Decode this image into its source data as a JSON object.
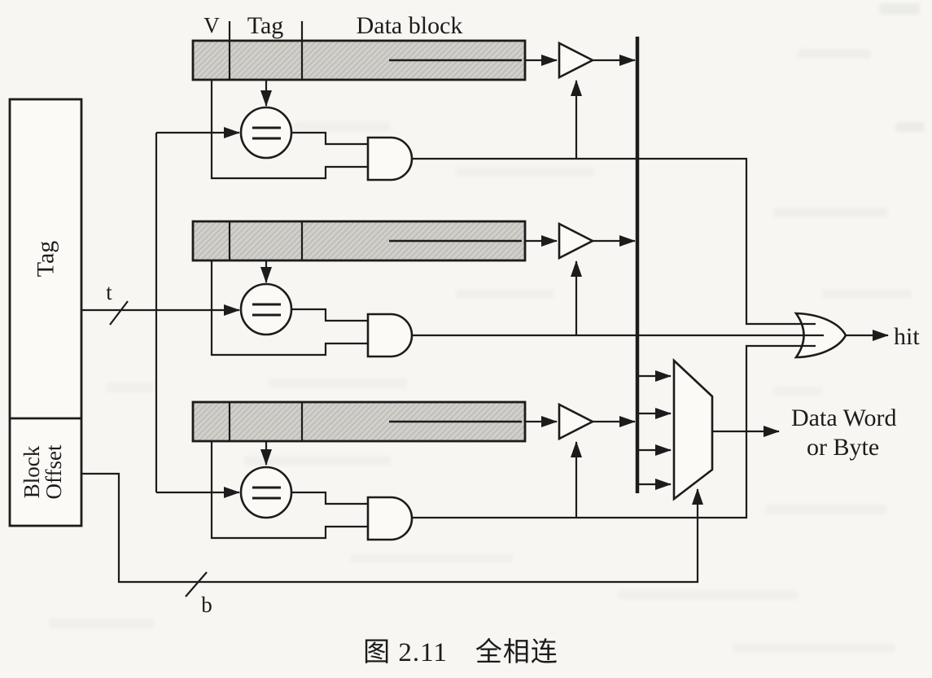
{
  "figure_caption": "图 2.11　全相连",
  "cache_row_header": {
    "valid": "V",
    "tag": "Tag",
    "data_block": "Data block"
  },
  "address_fields": {
    "tag": "Tag",
    "block_offset_line1": "Block",
    "block_offset_line2": "Offset"
  },
  "bus_width_labels": {
    "tag_bits": "t",
    "offset_bits": "b"
  },
  "outputs": {
    "hit": "hit",
    "data_word_line1": "Data Word",
    "data_word_line2": "or Byte"
  },
  "icons": {
    "comparator": "equals-comparator",
    "and_gate": "and-gate-d-shape",
    "or_gate": "or-gate",
    "tristate_buffer": "right-triangle-buffer",
    "multiplexer": "trapezoid-mux",
    "bus_slash": "bit-width-slash"
  },
  "structure": {
    "cache_lines": 3,
    "comparators": 3,
    "and_gates": 3,
    "tristate_buffers": 3,
    "mux_inputs": 4,
    "or_inputs": 3
  },
  "colors": {
    "ink": "#1c1c1c",
    "block_fill": "#d0cfca",
    "hatch_line": "#a7a69f",
    "page": "#f7f6f2",
    "shape_fill": "#fbfaf6"
  }
}
